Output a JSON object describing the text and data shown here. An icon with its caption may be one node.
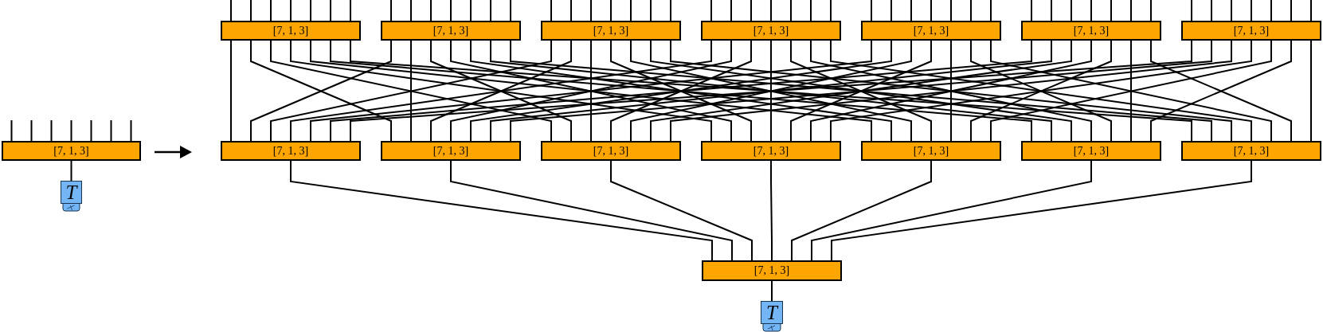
{
  "diagram": {
    "nodes": [
      {
        "text": [
          "[7, 1, 3]"
        ]
      },
      {
        "text": [
          "T"
        ]
      },
      {
        "text": [
          "[7, 1, 3]"
        ]
      },
      {
        "text": [
          "[7, 1, 3]"
        ]
      },
      {
        "text": [
          "[7, 1, 3]"
        ]
      },
      {
        "text": [
          "[7, 1, 3]"
        ]
      },
      {
        "text": [
          "[7, 1, 3]"
        ]
      },
      {
        "text": [
          "[7, 1, 3]"
        ]
      },
      {
        "text": [
          "[7, 1, 3]"
        ]
      },
      {
        "text": [
          "[7, 1, 3]"
        ]
      },
      {
        "text": [
          "[7, 1, 3]"
        ]
      },
      {
        "text": [
          "[7, 1, 3]"
        ]
      },
      {
        "text": [
          "[7, 1, 3]"
        ]
      },
      {
        "text": [
          "[7, 1, 3]"
        ]
      },
      {
        "text": [
          "[7, 1, 3]"
        ]
      },
      {
        "text": [
          "[7, 1, 3]"
        ]
      },
      {
        "text": [
          "[7, 1, 3]"
        ]
      },
      {
        "text": [
          "T"
        ]
      }
    ],
    "edges": [
      {
        "from": 0,
        "to": 1,
        "arrow": "none"
      },
      {
        "from": 2,
        "to": 9,
        "arrow": "none"
      },
      {
        "from": 2,
        "to": 10,
        "arrow": "none"
      },
      {
        "from": 2,
        "to": 11,
        "arrow": "none"
      },
      {
        "from": 2,
        "to": 12,
        "arrow": "none"
      },
      {
        "from": 2,
        "to": 13,
        "arrow": "none"
      },
      {
        "from": 2,
        "to": 14,
        "arrow": "none"
      },
      {
        "from": 2,
        "to": 15,
        "arrow": "none"
      },
      {
        "from": 3,
        "to": 9,
        "arrow": "none"
      },
      {
        "from": 3,
        "to": 10,
        "arrow": "none"
      },
      {
        "from": 3,
        "to": 11,
        "arrow": "none"
      },
      {
        "from": 3,
        "to": 12,
        "arrow": "none"
      },
      {
        "from": 3,
        "to": 13,
        "arrow": "none"
      },
      {
        "from": 3,
        "to": 14,
        "arrow": "none"
      },
      {
        "from": 3,
        "to": 15,
        "arrow": "none"
      },
      {
        "from": 4,
        "to": 9,
        "arrow": "none"
      },
      {
        "from": 4,
        "to": 10,
        "arrow": "none"
      },
      {
        "from": 4,
        "to": 11,
        "arrow": "none"
      },
      {
        "from": 4,
        "to": 12,
        "arrow": "none"
      },
      {
        "from": 4,
        "to": 13,
        "arrow": "none"
      },
      {
        "from": 4,
        "to": 14,
        "arrow": "none"
      },
      {
        "from": 4,
        "to": 15,
        "arrow": "none"
      },
      {
        "from": 5,
        "to": 9,
        "arrow": "none"
      },
      {
        "from": 5,
        "to": 10,
        "arrow": "none"
      },
      {
        "from": 5,
        "to": 11,
        "arrow": "none"
      },
      {
        "from": 5,
        "to": 12,
        "arrow": "none"
      },
      {
        "from": 5,
        "to": 13,
        "arrow": "none"
      },
      {
        "from": 5,
        "to": 14,
        "arrow": "none"
      },
      {
        "from": 5,
        "to": 15,
        "arrow": "none"
      },
      {
        "from": 6,
        "to": 9,
        "arrow": "none"
      },
      {
        "from": 6,
        "to": 10,
        "arrow": "none"
      },
      {
        "from": 6,
        "to": 11,
        "arrow": "none"
      },
      {
        "from": 6,
        "to": 12,
        "arrow": "none"
      },
      {
        "from": 6,
        "to": 13,
        "arrow": "none"
      },
      {
        "from": 6,
        "to": 14,
        "arrow": "none"
      },
      {
        "from": 6,
        "to": 15,
        "arrow": "none"
      },
      {
        "from": 7,
        "to": 9,
        "arrow": "none"
      },
      {
        "from": 7,
        "to": 10,
        "arrow": "none"
      },
      {
        "from": 7,
        "to": 11,
        "arrow": "none"
      },
      {
        "from": 7,
        "to": 12,
        "arrow": "none"
      },
      {
        "from": 7,
        "to": 13,
        "arrow": "none"
      },
      {
        "from": 7,
        "to": 14,
        "arrow": "none"
      },
      {
        "from": 7,
        "to": 15,
        "arrow": "none"
      },
      {
        "from": 8,
        "to": 9,
        "arrow": "none"
      },
      {
        "from": 8,
        "to": 10,
        "arrow": "none"
      },
      {
        "from": 8,
        "to": 11,
        "arrow": "none"
      },
      {
        "from": 8,
        "to": 12,
        "arrow": "none"
      },
      {
        "from": 8,
        "to": 13,
        "arrow": "none"
      },
      {
        "from": 8,
        "to": 14,
        "arrow": "none"
      },
      {
        "from": 8,
        "to": 15,
        "arrow": "none"
      },
      {
        "from": 9,
        "to": 16,
        "arrow": "none"
      },
      {
        "from": 10,
        "to": 16,
        "arrow": "none"
      },
      {
        "from": 11,
        "to": 16,
        "arrow": "none"
      },
      {
        "from": 12,
        "to": 16,
        "arrow": "none"
      },
      {
        "from": 13,
        "to": 16,
        "arrow": "none"
      },
      {
        "from": 14,
        "to": 16,
        "arrow": "none"
      },
      {
        "from": 15,
        "to": 16,
        "arrow": "none"
      },
      {
        "from": 16,
        "to": 17,
        "arrow": "none"
      }
    ]
  }
}
